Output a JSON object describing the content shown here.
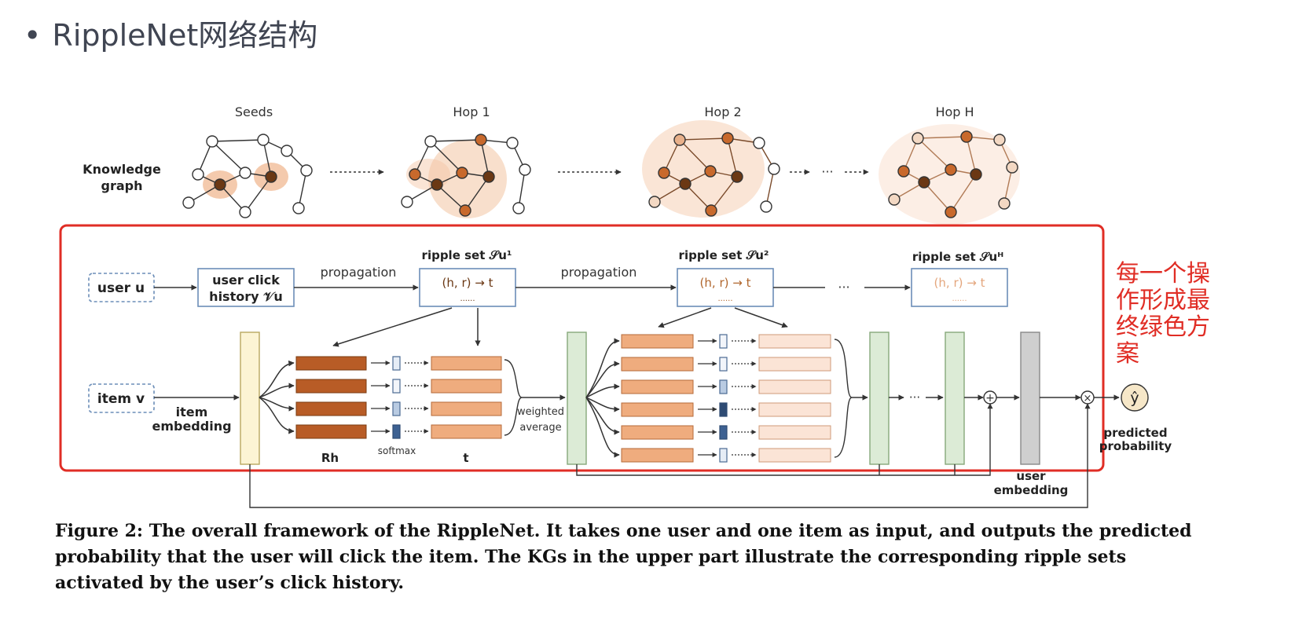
{
  "slide": {
    "bullet": "•",
    "title": "RippleNet网络结构"
  },
  "graph_row": {
    "label_line1": "Knowledge",
    "label_line2": "graph",
    "stages": [
      "Seeds",
      "Hop 1",
      "Hop 2",
      "Hop H"
    ]
  },
  "model": {
    "user_label": "user u",
    "item_label": "item v",
    "click_history_line1": "user click",
    "click_history_line2": "history 𝒱u",
    "propagation_1": "propagation",
    "propagation_2": "propagation",
    "ripple_set_1": "ripple set 𝒮u¹",
    "ripple_set_2": "ripple set 𝒮u²",
    "ripple_set_h": "ripple set 𝒮uᴴ",
    "triple": "(h, r) → t",
    "triple_more": "......",
    "ellipsis": "···",
    "item_embedding_line1": "item",
    "item_embedding_line2": "embedding",
    "rh_label": "Rh",
    "softmax_label": "softmax",
    "t_label": "t",
    "weighted_line1": "weighted",
    "weighted_line2": "average",
    "predicted_line1": "predicted",
    "predicted_line2": "probability",
    "user_embedding_line1": "user",
    "user_embedding_line2": "embedding",
    "y_hat": "ŷ",
    "plus": "+",
    "times": "×"
  },
  "annotation": {
    "text": "每一个操作形成最终绿色方案"
  },
  "caption": {
    "text": "Figure 2: The overall framework of the RippleNet. It takes one user and one item as input, and outputs the predicted probability that the user will click the item. The KGs in the upper part illustrate the corresponding ripple sets activated by the user’s click history."
  },
  "colors": {
    "dark_orange": "#b85c26",
    "mid_orange": "#e8a070",
    "light_orange": "#f6d9c4",
    "green": "#dcebd6",
    "yellow": "#fcf4d4",
    "grey": "#cfcfcf",
    "highlight_red": "#e02d25",
    "box_border": "#6c8eb8"
  }
}
